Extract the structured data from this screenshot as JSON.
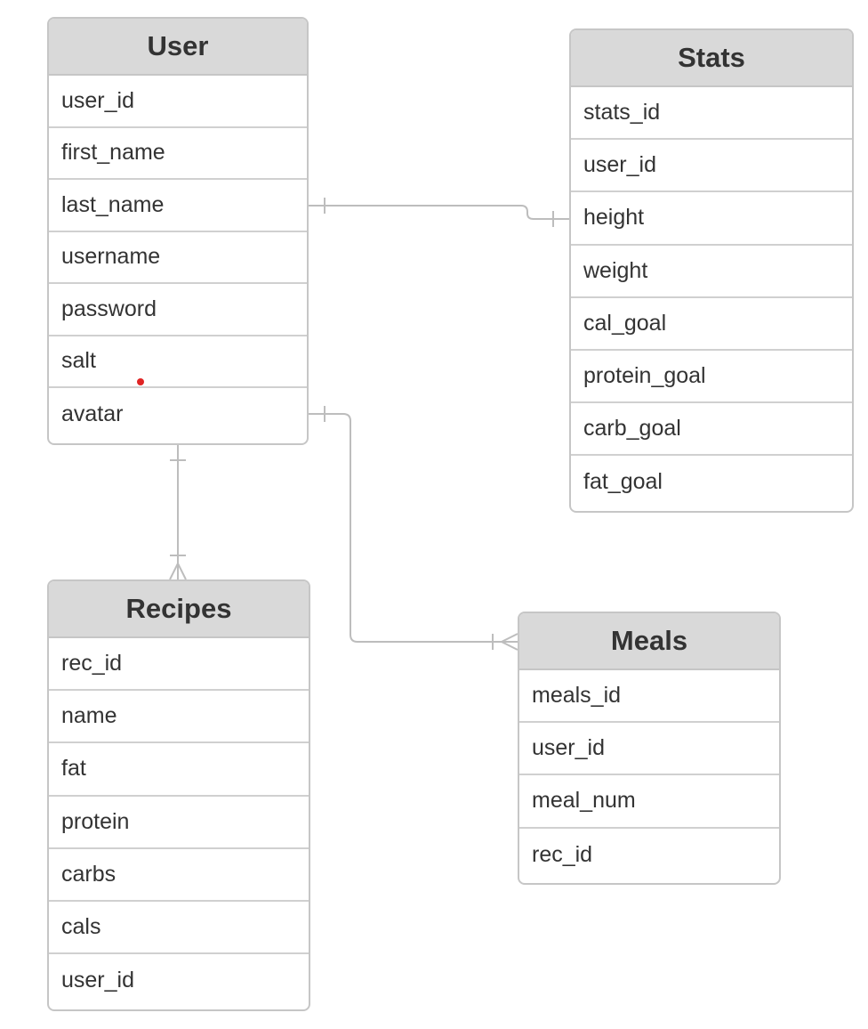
{
  "entities": {
    "user": {
      "title": "User",
      "fields": [
        "user_id",
        "first_name",
        "last_name",
        "username",
        "password",
        "salt",
        "avatar"
      ]
    },
    "stats": {
      "title": "Stats",
      "fields": [
        "stats_id",
        "user_id",
        "height",
        "weight",
        "cal_goal",
        "protein_goal",
        "carb_goal",
        "fat_goal"
      ]
    },
    "recipes": {
      "title": "Recipes",
      "fields": [
        "rec_id",
        "name",
        "fat",
        "protein",
        "carbs",
        "cals",
        "user_id"
      ]
    },
    "meals": {
      "title": "Meals",
      "fields": [
        "meals_id",
        "user_id",
        "meal_num",
        "rec_id"
      ]
    }
  },
  "relationships": [
    {
      "from": "User",
      "to": "Stats",
      "from_end": "one",
      "to_end": "one"
    },
    {
      "from": "User",
      "to": "Recipes",
      "from_end": "one",
      "to_end": "many"
    },
    {
      "from": "User",
      "to": "Meals",
      "from_end": "one",
      "to_end": "many"
    }
  ],
  "colors": {
    "header_bg": "#d9d9d9",
    "border": "#c6c6c6",
    "connector": "#bdbdbd",
    "text": "#333333",
    "marker": "#e02424"
  }
}
